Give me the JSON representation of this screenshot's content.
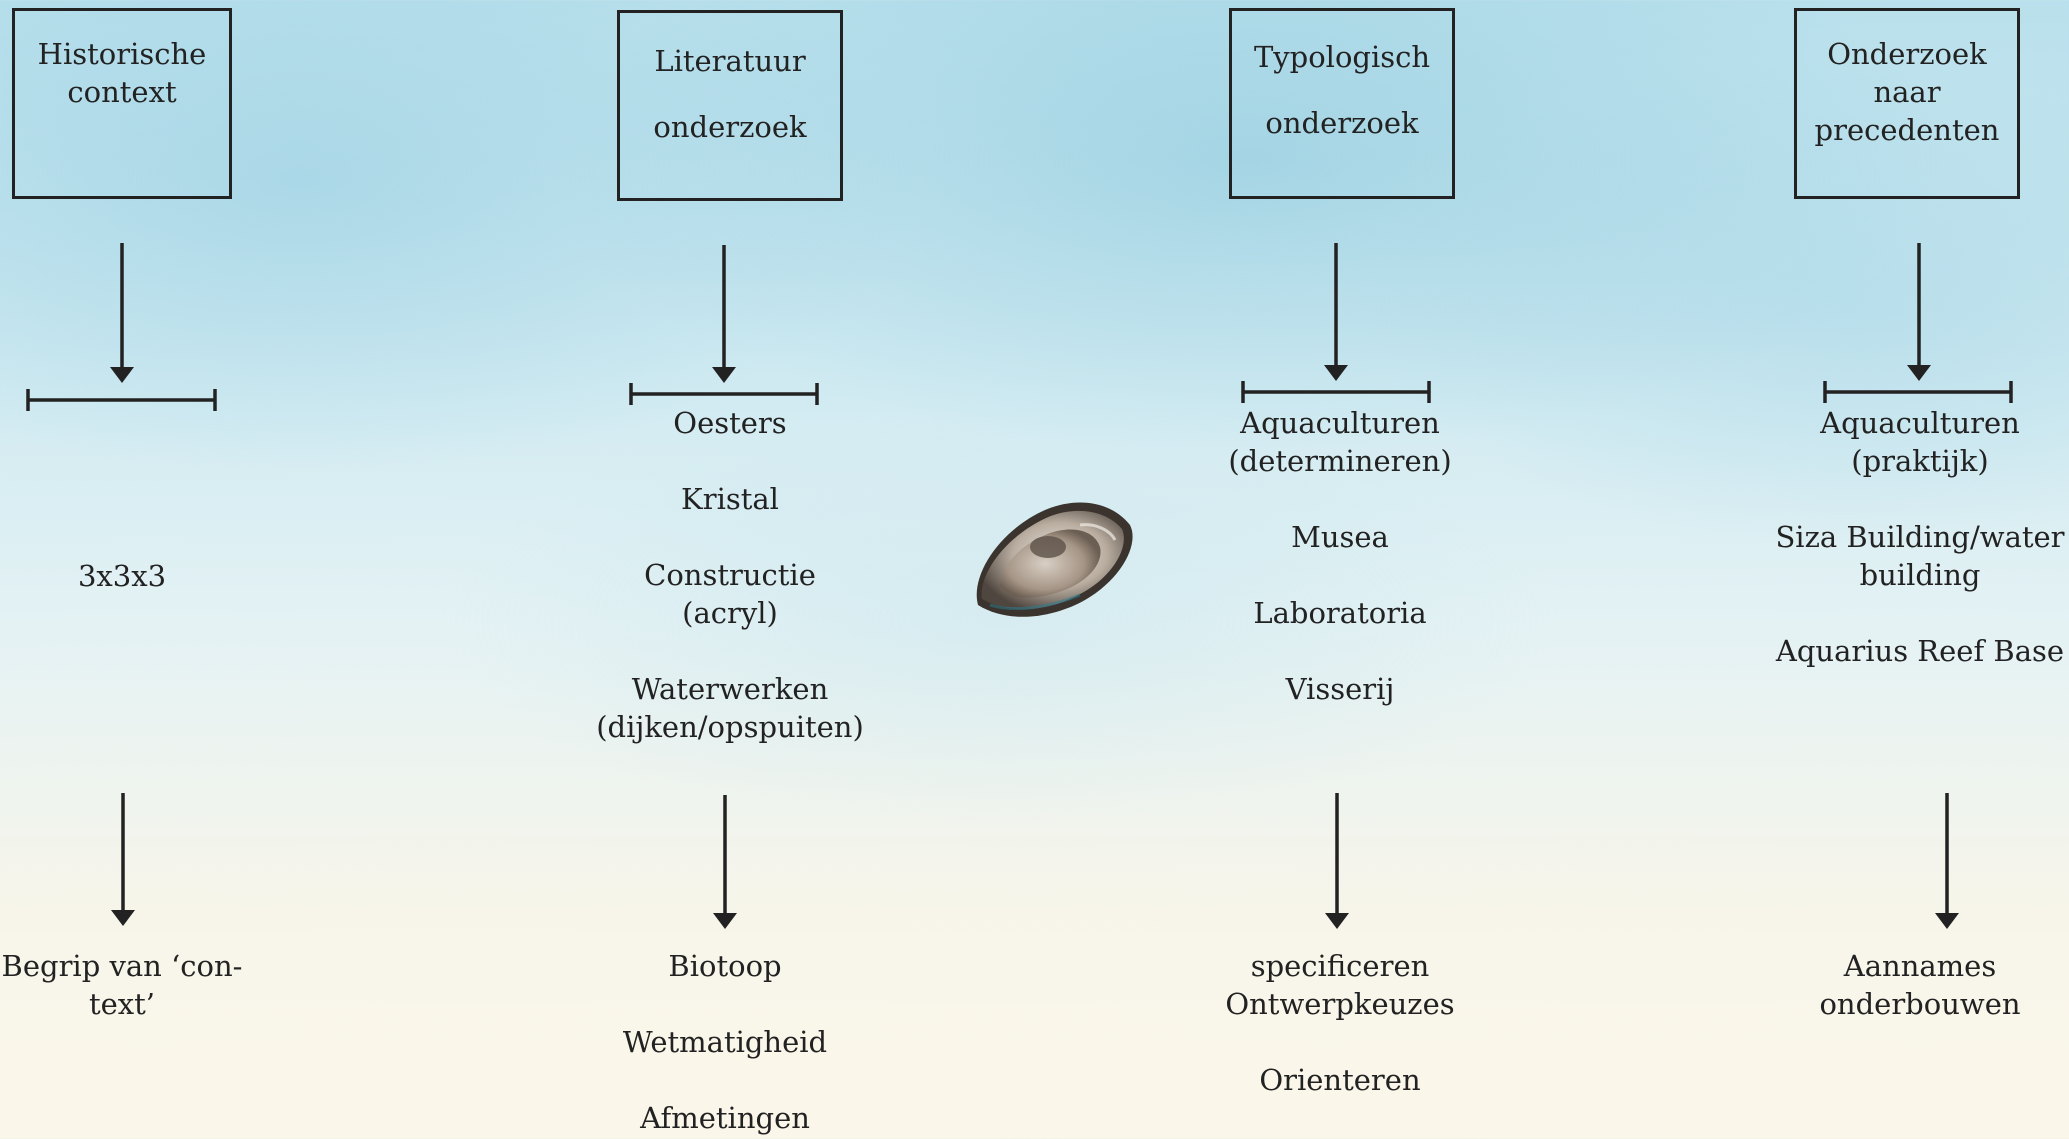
{
  "columns": [
    {
      "box": [
        "Historische",
        "context"
      ],
      "items": [
        [
          "3x3x3"
        ]
      ],
      "outcomes": [
        [
          "Begrip van ‘con-",
          "text’"
        ]
      ]
    },
    {
      "box": [
        "Literatuur",
        "onderzoek"
      ],
      "items": [
        [
          "Oesters"
        ],
        [
          "Kristal"
        ],
        [
          "Constructie",
          "(acryl)"
        ],
        [
          "Waterwerken",
          "(dijken/opspuiten)"
        ]
      ],
      "outcomes": [
        [
          "Biotoop"
        ],
        [
          "Wetmatigheid"
        ],
        [
          "Afmetingen"
        ]
      ]
    },
    {
      "box": [
        "Typologisch",
        "onderzoek"
      ],
      "items": [
        [
          "Aquaculturen",
          "(determineren)"
        ],
        [
          "Musea"
        ],
        [
          "Laboratoria"
        ],
        [
          "Visserij"
        ]
      ],
      "outcomes": [
        [
          "specificeren",
          "Ontwerpkeuzes"
        ],
        [
          "Orienteren"
        ]
      ]
    },
    {
      "box": [
        "Onderzoek naar",
        "precedenten"
      ],
      "items": [
        [
          "Aquaculturen",
          "(praktijk)"
        ],
        [
          "Siza Building/water",
          "building"
        ],
        [
          "Aquarius Reef Base"
        ]
      ],
      "outcomes": [
        [
          "Aannames",
          "onderbouwen"
        ]
      ]
    }
  ]
}
